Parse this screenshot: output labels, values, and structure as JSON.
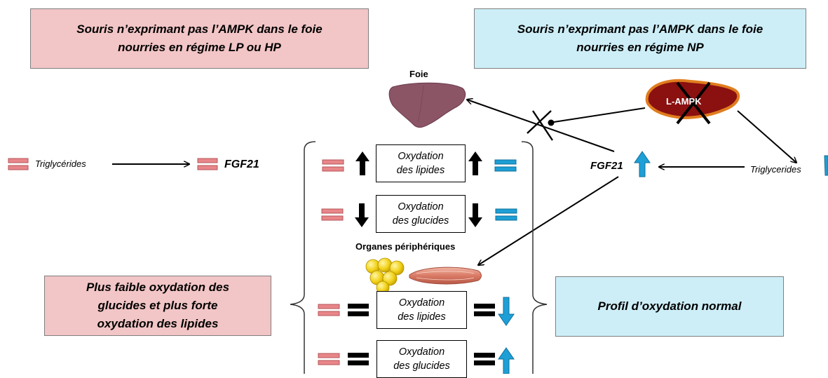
{
  "headers": {
    "left_line1": "Souris n’exprimant pas l’AMPK dans le foie",
    "left_line2": "nourries en régime LP ou HP",
    "right_line1": "Souris n’exprimant pas l’AMPK dans le foie",
    "right_line2": "nourries en régime NP"
  },
  "labels": {
    "liver": "Foie",
    "peripheral_organs": "Organes périphériques",
    "l_ampk": "L-AMPK",
    "triglycerides_left": "Triglycérides",
    "triglycerides_right": "Triglycerides",
    "fgf21_left": "FGF21",
    "fgf21_right": "FGF21"
  },
  "oxidation": {
    "lipid_line1": "Oxydation",
    "lipid_line2": "des lipides",
    "glucid_line1": "Oxydation",
    "glucid_line2": "des glucides"
  },
  "conclusions": {
    "left_line1": "Plus faible oxydation des",
    "left_line2": "glucides et plus forte",
    "left_line3": "oxydation des lipides",
    "right": "Profil d’oxydation normal"
  },
  "colors": {
    "pink_box": "#f2c5c6",
    "blue_box": "#cdeef7",
    "pink_equal": "#e8868a",
    "blue_equal": "#1e9fd6",
    "liver": "#8b5566",
    "ampk_fill": "#8b1010",
    "ampk_border": "#e07d1e"
  }
}
